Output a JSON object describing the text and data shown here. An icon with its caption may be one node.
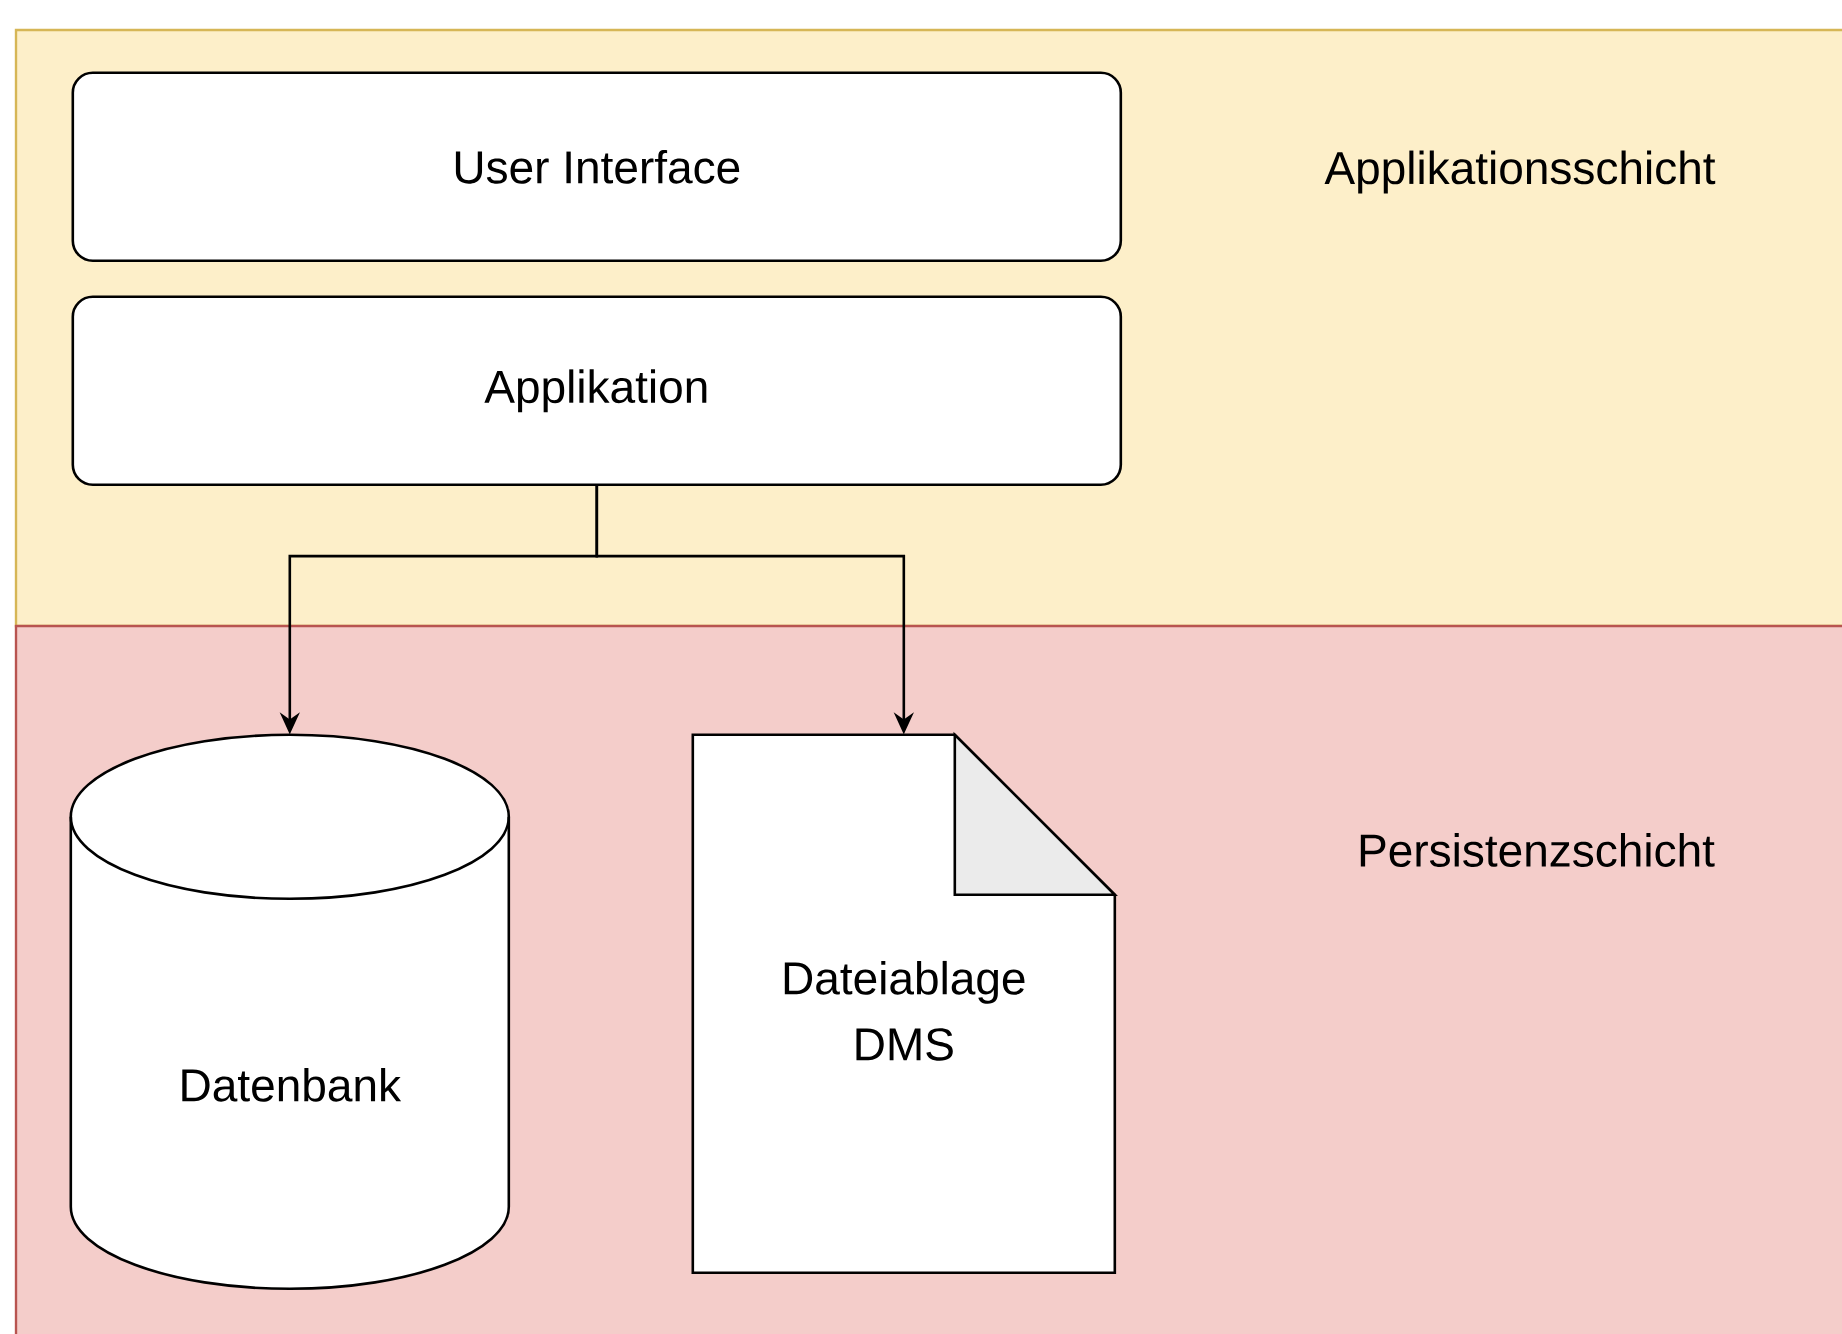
{
  "diagram": {
    "nodes": [
      {
        "text": [
          "Applikationsschicht"
        ]
      },
      {
        "text": [
          "User Interface"
        ],
        "in": 0
      },
      {
        "text": [
          "Applikation"
        ],
        "in": 0
      },
      {
        "text": [
          "Persistenzschicht"
        ]
      },
      {
        "text": [
          "Datenbank"
        ],
        "in": 3
      },
      {
        "text": [
          "Dateiablage DMS"
        ],
        "in": 3
      }
    ],
    "edges": [
      {
        "from": 2,
        "to": 4,
        "arrow": "to"
      },
      {
        "from": 2,
        "to": 5,
        "arrow": "to"
      }
    ]
  }
}
